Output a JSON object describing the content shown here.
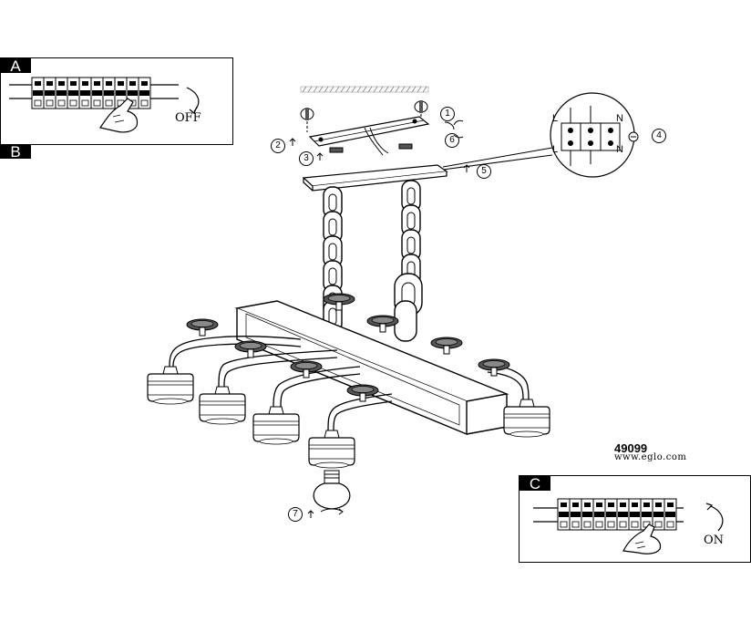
{
  "panels": {
    "a": {
      "tag": "A",
      "action": "OFF"
    },
    "b": {
      "tag": "B"
    },
    "c": {
      "tag": "C",
      "action": "ON"
    }
  },
  "steps": [
    "1",
    "2",
    "3",
    "4",
    "5",
    "6",
    "7"
  ],
  "terminal_labels": [
    "L",
    "N",
    "L",
    "N"
  ],
  "product": {
    "code": "49099",
    "website": "www.eglo.com"
  }
}
